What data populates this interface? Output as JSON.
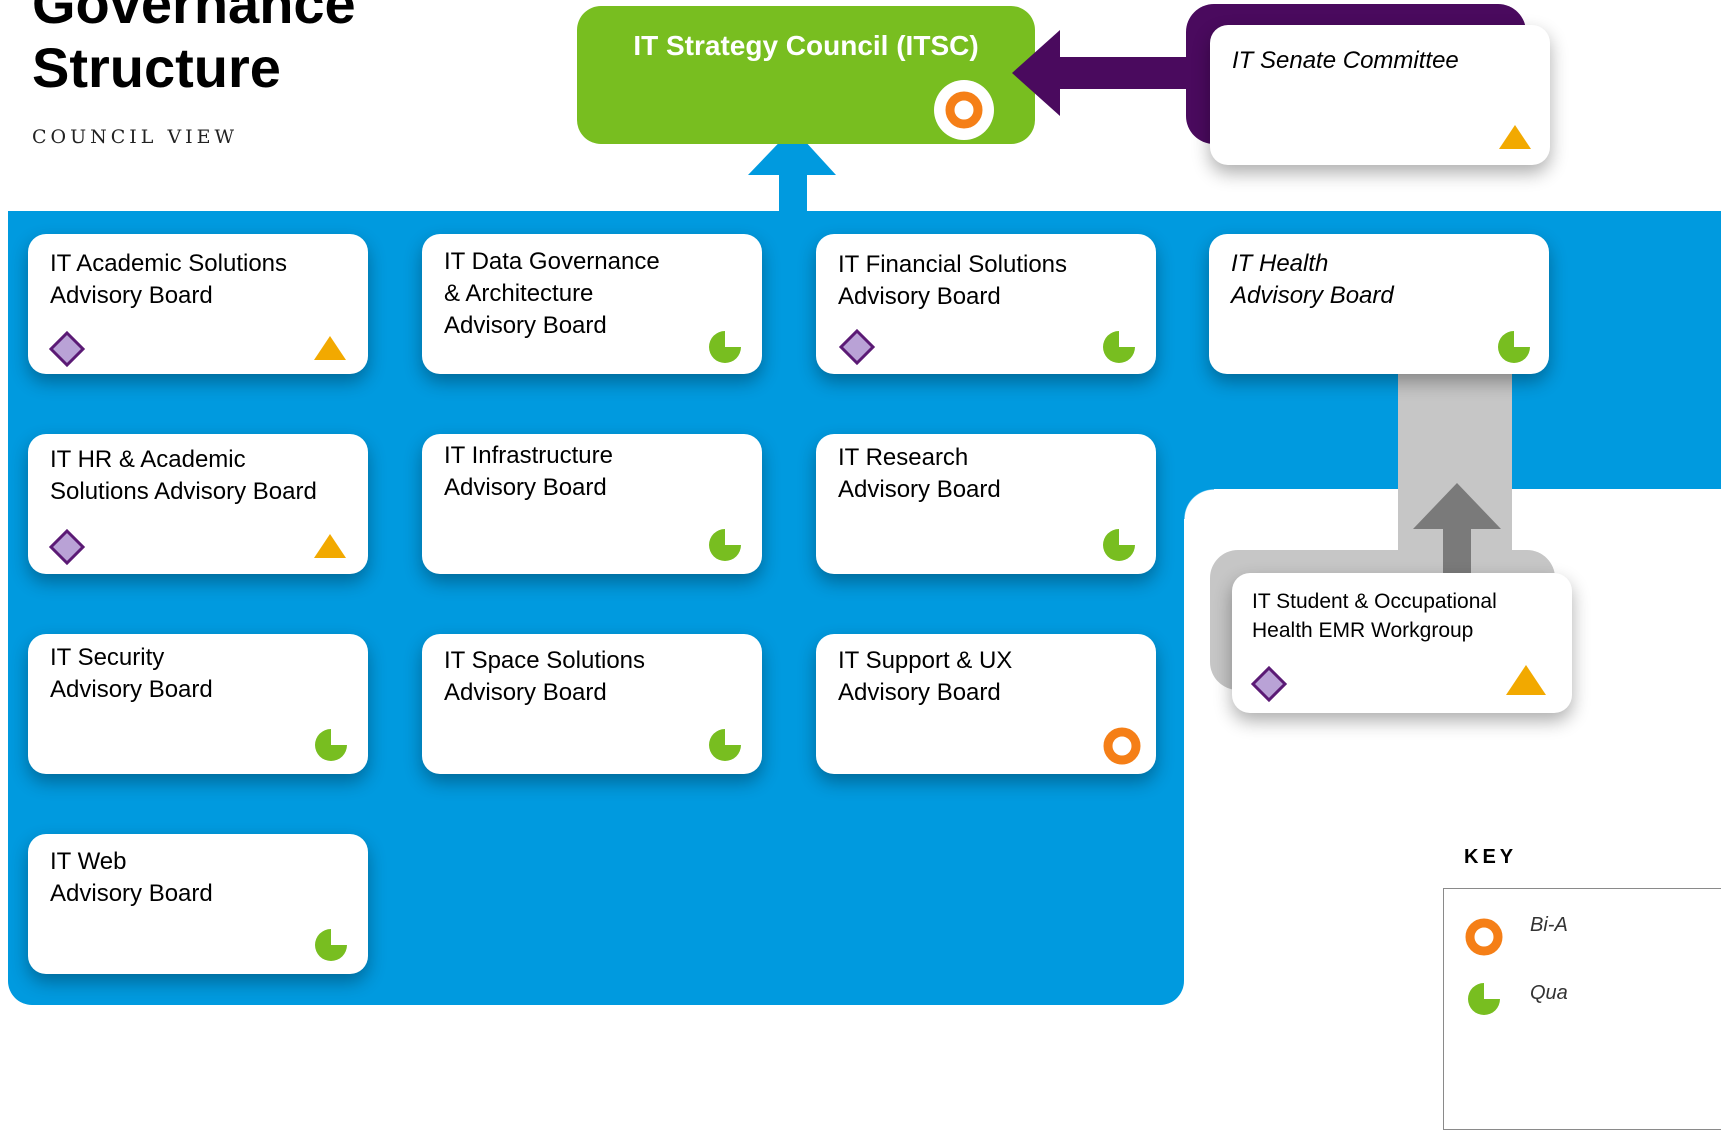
{
  "header": {
    "title_lines": [
      "Governance",
      "Structure"
    ],
    "subtitle": "COUNCIL VIEW"
  },
  "colors": {
    "council_blue": "#009adf",
    "itsc_green": "#78be20",
    "senate_purple": "#4a0a5e",
    "connector_grey": "#c6c6c6",
    "connector_arrow_grey": "#7a7a7a",
    "bi_annual_orange": "#f57f17",
    "quarterly_green": "#78be20",
    "triangle_yellow": "#f2a900",
    "diamond_purple": "#5b1a75",
    "diamond_fill": "#b9a2d6"
  },
  "icons": {
    "ring": "orange-ring-icon",
    "quarter": "green-pie-icon",
    "triangle": "yellow-triangle-icon",
    "diamond": "purple-diamond-icon"
  },
  "itsc": {
    "title": "IT Strategy Council (ITSC)"
  },
  "senate": {
    "title": "IT Senate Committee"
  },
  "boards": [
    {
      "lines": [
        "IT Academic Solutions",
        "Advisory Board"
      ],
      "icons": [
        "diamond",
        "triangle"
      ]
    },
    {
      "lines": [
        "IT Data Governance",
        "& Architecture",
        "Advisory Board"
      ],
      "icons": [
        "quarter"
      ]
    },
    {
      "lines": [
        "IT Financial Solutions",
        "Advisory Board"
      ],
      "icons": [
        "diamond",
        "quarter"
      ]
    },
    {
      "lines": [
        "IT Health",
        "Advisory Board"
      ],
      "icons": [
        "quarter"
      ]
    },
    {
      "lines": [
        "IT HR & Academic",
        "Solutions Advisory Board"
      ],
      "icons": [
        "diamond",
        "triangle"
      ]
    },
    {
      "lines": [
        "IT Infrastructure",
        "Advisory Board"
      ],
      "icons": [
        "quarter"
      ]
    },
    {
      "lines": [
        "IT Research",
        "Advisory Board"
      ],
      "icons": [
        "quarter"
      ]
    },
    {
      "lines": [
        "IT Security",
        "Advisory Board"
      ],
      "icons": [
        "quarter"
      ]
    },
    {
      "lines": [
        "IT Space Solutions",
        "Advisory Board"
      ],
      "icons": [
        "quarter"
      ]
    },
    {
      "lines": [
        "IT Support & UX",
        "Advisory Board"
      ],
      "icons": [
        "ring"
      ]
    },
    {
      "lines": [
        "IT Web",
        "Advisory Board"
      ],
      "icons": [
        "quarter"
      ]
    }
  ],
  "emr": {
    "lines": [
      "IT Student & Occupational",
      "Health EMR Workgroup"
    ],
    "icons": [
      "diamond",
      "triangle"
    ]
  },
  "key": {
    "title": "KEY",
    "entries": [
      {
        "icon": "ring",
        "label": "Bi-A"
      },
      {
        "icon": "quarter",
        "label": "Qua"
      }
    ]
  }
}
